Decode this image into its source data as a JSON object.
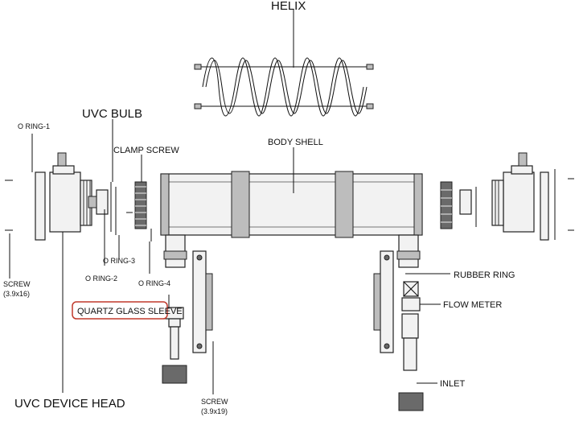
{
  "labels": {
    "helix": "HELIX",
    "body_shell": "BODY SHELL",
    "uvc_bulb": "UVC BULB",
    "clamp_screw": "CLAMP SCREW",
    "o_ring_1": "O RING-1",
    "o_ring_2": "O RING-2",
    "o_ring_3": "O RING-3",
    "o_ring_4": "O RING-4",
    "screw_left": "SCREW",
    "screw_left_size": "(3.9x16)",
    "screw_bottom": "SCREW",
    "screw_bottom_size": "(3.9x19)",
    "quartz_glass_sleeve": "QUARTZ GLASS SLEEVE",
    "uvc_device_head": "UVC DEVICE HEAD",
    "rubber_ring": "RUBBER RING",
    "flow_meter": "FLOW METER",
    "inlet": "INLET"
  },
  "colors": {
    "highlight_border": "#c0392b",
    "line": "#111111"
  }
}
